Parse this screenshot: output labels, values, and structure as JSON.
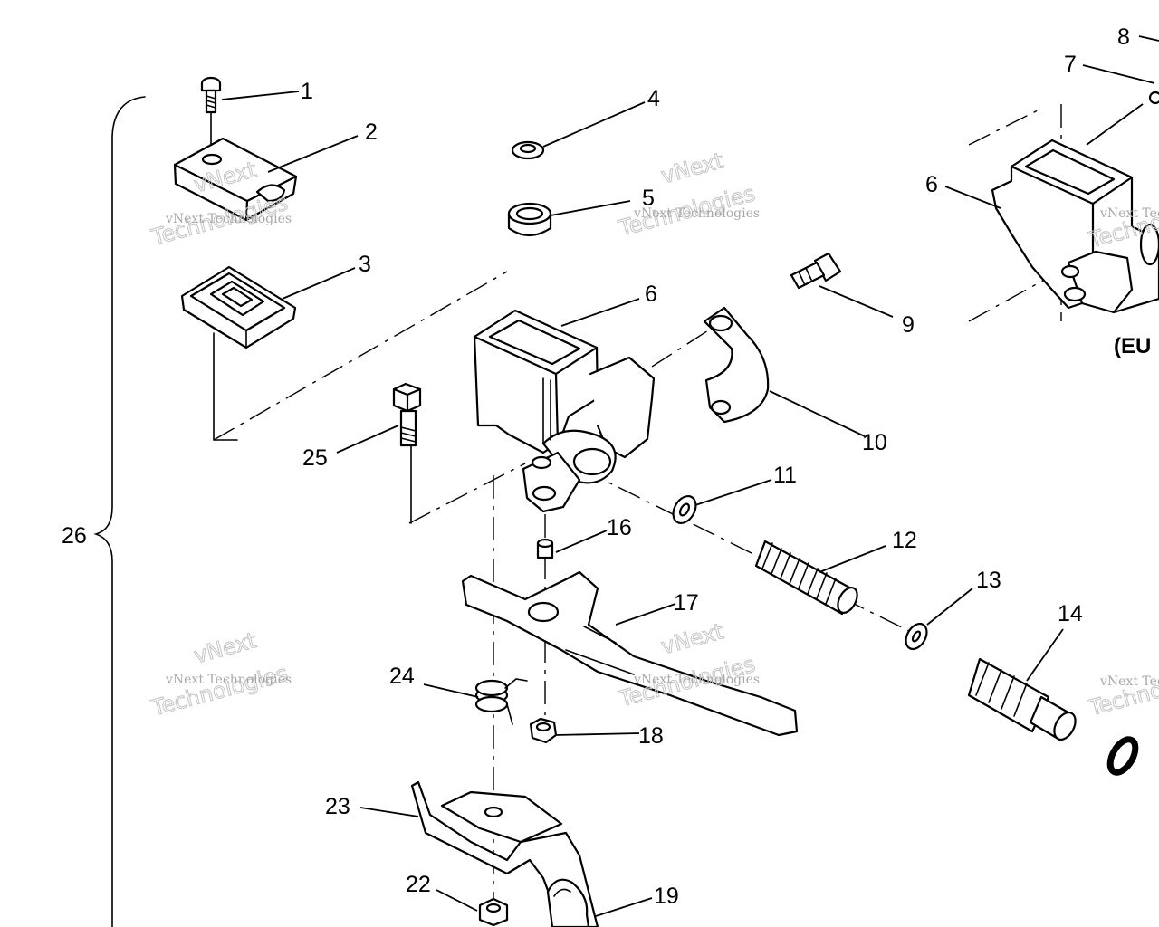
{
  "callouts": [
    "1",
    "2",
    "3",
    "4",
    "5",
    "6",
    "6",
    "7",
    "8",
    "9",
    "10",
    "11",
    "12",
    "13",
    "14",
    "16",
    "17",
    "18",
    "19",
    "22",
    "23",
    "24",
    "25",
    "26"
  ],
  "region_label": "(EU",
  "watermark": {
    "line1": "vNext Technologies",
    "line2": "vNext",
    "line3": "Technologies"
  }
}
